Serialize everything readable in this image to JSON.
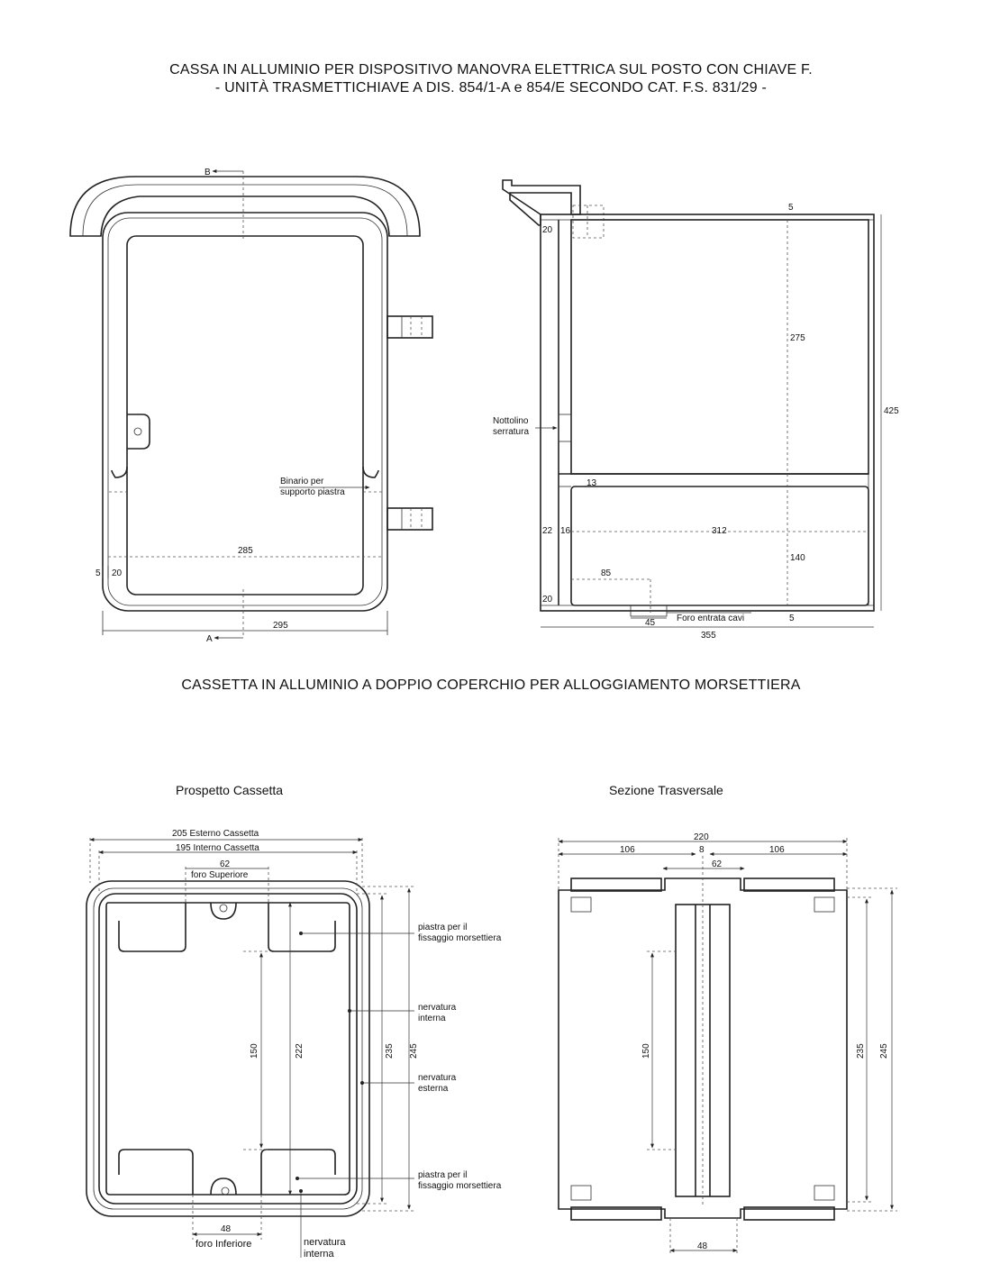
{
  "titles": {
    "main_line1": "CASSA IN ALLUMINIO PER DISPOSITIVO MANOVRA ELETTRICA SUL POSTO CON CHIAVE F.",
    "main_line2": "- UNITÀ TRASMETTICHIAVE A DIS. 854/1-A e 854/E SECONDO CAT. F.S. 831/29 -",
    "second": "CASSETTA IN ALLUMINIO A DOPPIO COPERCHIO PER ALLOGGIAMENTO MORSETTIERA",
    "prospetto": "Prospetto Cassetta",
    "sezione": "Sezione Trasversale"
  },
  "front_view": {
    "section_b": "B",
    "section_a": "A",
    "binario_1": "Binario per",
    "binario_2": "supporto piastra",
    "dim_285": "285",
    "dim_295": "295",
    "dim_5": "5",
    "dim_20": "20"
  },
  "side_view": {
    "nottolino_1": "Nottolino",
    "nottolino_2": "serratura",
    "dim_5_top": "5",
    "dim_20_top": "20",
    "dim_275": "275",
    "dim_425": "425",
    "dim_13": "13",
    "dim_22": "22",
    "dim_16": "16",
    "dim_312": "312",
    "dim_140": "140",
    "dim_85": "85",
    "dim_20_bot": "20",
    "dim_45": "45",
    "foro_cavi": "Foro entrata cavi",
    "dim_5_bot": "5",
    "dim_355": "355"
  },
  "prospetto": {
    "esterno": "205 Esterno Cassetta",
    "interno": "195 Interno Cassetta",
    "dim_62": "62",
    "foro_sup": "foro Superiore",
    "piastra_1a": "piastra per il",
    "piastra_1b": "fissaggio morsettiera",
    "nerv_int_a": "nervatura",
    "nerv_int_b": "interna",
    "nerv_est_a": "nervatura",
    "nerv_est_b": "esterna",
    "piastra_2a": "piastra per il",
    "piastra_2b": "fissaggio morsettiera",
    "dim_150": "150",
    "dim_222": "222",
    "dim_235": "235",
    "dim_245": "245",
    "dim_48": "48",
    "foro_inf": "foro Inferiore",
    "nerv_int2_a": "nervatura",
    "nerv_int2_b": "interna"
  },
  "sezione": {
    "dim_220": "220",
    "dim_106_l": "106",
    "dim_8": "8",
    "dim_106_r": "106",
    "dim_62": "62",
    "dim_150": "150",
    "dim_235": "235",
    "dim_245": "245",
    "dim_48": "48"
  }
}
